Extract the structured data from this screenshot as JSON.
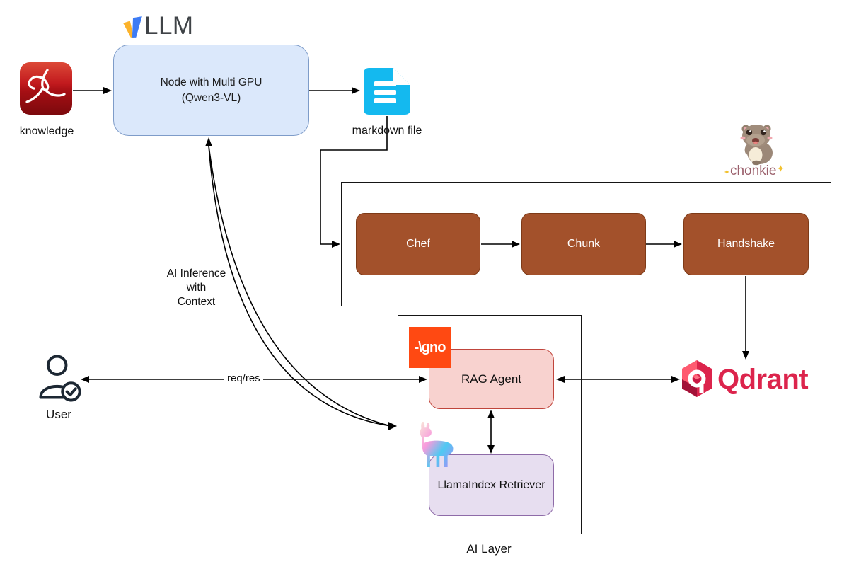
{
  "nodes": {
    "knowledge_label": "knowledge",
    "node_gpu_line1": "Node with Multi GPU",
    "node_gpu_line2": "(Qwen3-VL)",
    "markdown_label": "markdown file",
    "chef": "Chef",
    "chunk": "Chunk",
    "handshake": "Handshake",
    "rag_agent": "RAG Agent",
    "retriever": "LlamaIndex Retriever",
    "ai_layer_label": "AI Layer",
    "user_label": "User"
  },
  "edges": {
    "req_res": "req/res",
    "inference_line1": "AI Inference",
    "inference_line2": "with",
    "inference_line3": "Context"
  },
  "logos": {
    "vllm_text": "LLM",
    "agno_label": "-\\gno",
    "chonkie_label": "chonkie",
    "qdrant_label": "Qdrant",
    "sparkle": "✦"
  },
  "colors": {
    "node_fill": "#DBE8FB",
    "node_border": "#7E9CC9",
    "process_fill": "#A3512B",
    "process_border": "#7E3A17",
    "rag_fill": "#F8D2CF",
    "rag_border": "#C0453C",
    "retriever_fill": "#E7DEF0",
    "retriever_border": "#8E6BA8",
    "agno_orange": "#FF4912",
    "qdrant_red": "#DC244C",
    "markdown_cyan": "#14B9EF",
    "vllm_yellow": "#FCB32B",
    "vllm_blue": "#3D7BF4",
    "chonkie_text": "#9A5F6B",
    "connector_black": "#000000"
  }
}
